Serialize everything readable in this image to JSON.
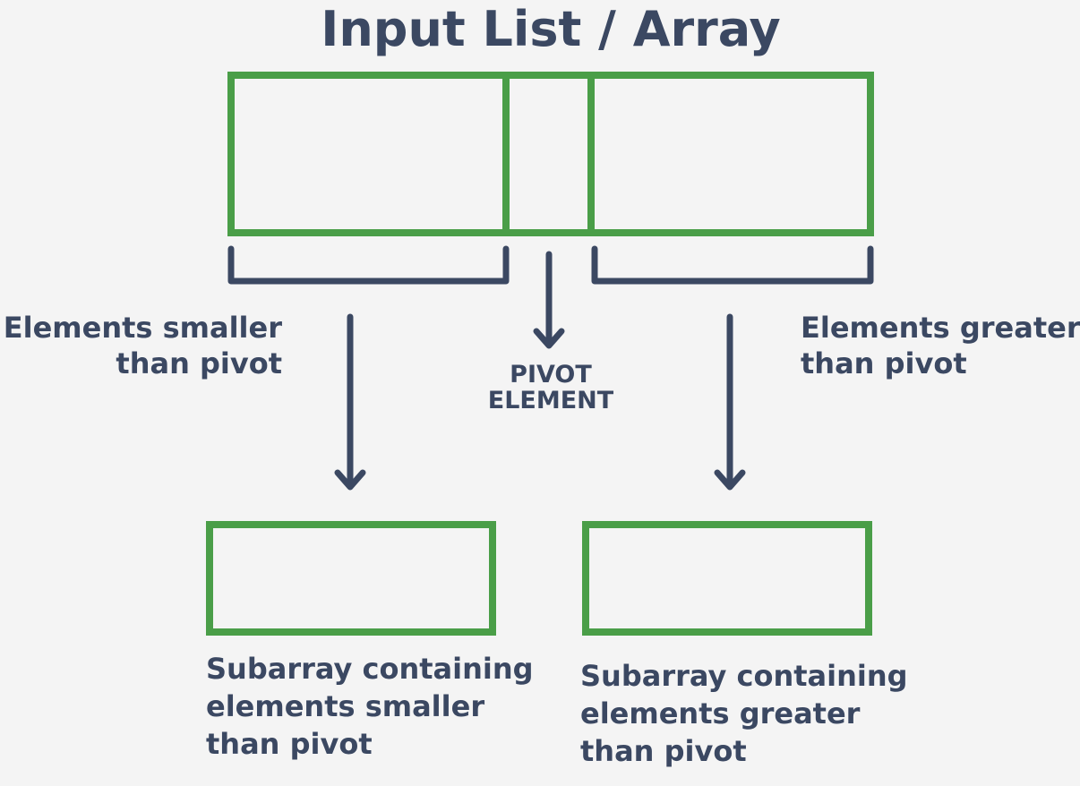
{
  "title": "Input List / Array",
  "left_group_label": [
    "Elements smaller",
    "than pivot"
  ],
  "pivot_label": [
    "PIVOT",
    "ELEMENT"
  ],
  "right_group_label": [
    "Elements greater",
    "than pivot"
  ],
  "left_subarray_label": [
    "Subarray containing",
    "elements smaller",
    "than pivot"
  ],
  "right_subarray_label": [
    "Subarray containing",
    "elements greater",
    "than pivot"
  ],
  "colors": {
    "box": "#4a9e48",
    "ink": "#3b4862",
    "background": "#f4f4f4"
  }
}
